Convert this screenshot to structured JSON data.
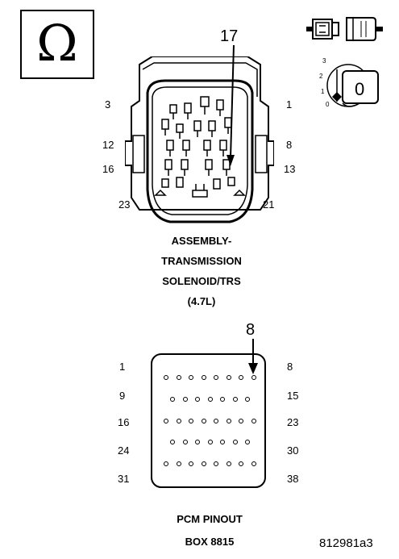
{
  "ohmmeter": {
    "symbol": "Ω",
    "icon": "ohm-meter-icon"
  },
  "ignition": {
    "positions": [
      "3",
      "2",
      "1",
      "0"
    ],
    "key_position": "0",
    "icon": "ignition-key-icon"
  },
  "connector1": {
    "callout": "17",
    "left_labels": [
      "3",
      "12",
      "16",
      "23"
    ],
    "right_labels": [
      "1",
      "8",
      "13",
      "21"
    ],
    "caption": [
      "ASSEMBLY-",
      "TRANSMISSION",
      "SOLENOID/TRS",
      "(4.7L)"
    ]
  },
  "pcm": {
    "callout": "8",
    "rows": [
      {
        "left": "1",
        "right": "8",
        "pins": 8
      },
      {
        "left": "9",
        "right": "15",
        "pins": 7
      },
      {
        "left": "16",
        "right": "23",
        "pins": 8
      },
      {
        "left": "24",
        "right": "30",
        "pins": 7
      },
      {
        "left": "31",
        "right": "38",
        "pins": 8
      }
    ],
    "caption": [
      "PCM PINOUT",
      "BOX 8815"
    ]
  },
  "figure_id": "812981a3"
}
